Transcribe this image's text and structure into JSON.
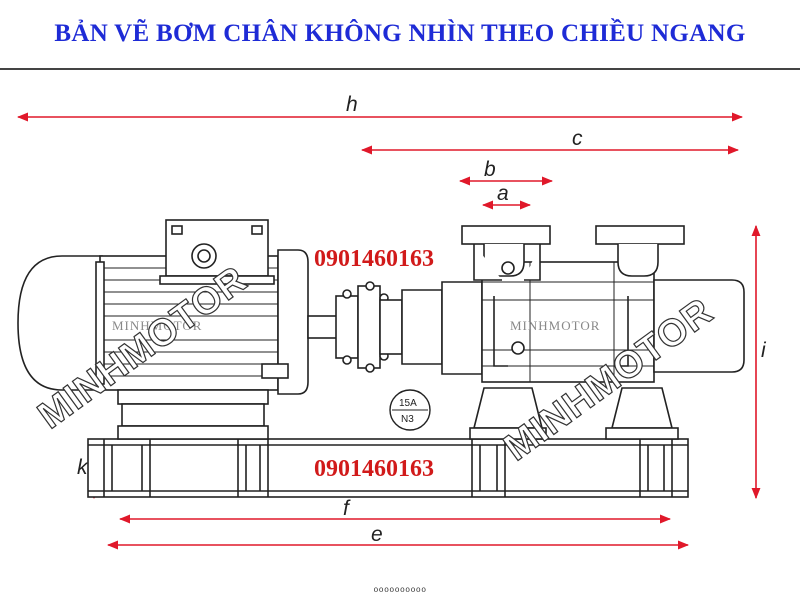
{
  "title": "BẢN VẼ BƠM CHÂN KHÔNG NHÌN THEO CHIỀU NGANG",
  "dimensions": {
    "h": "h",
    "c": "c",
    "b": "b",
    "a": "a",
    "i": "i",
    "k": "k",
    "f": "f",
    "e": "e"
  },
  "phone_numbers": [
    "0901460163",
    "0901460163"
  ],
  "watermarks": {
    "left": "MINHMOTOR",
    "right": "MINHMOTOR",
    "small_left": "MINHMOTOR",
    "small_center": "MINHMOTOR"
  },
  "plate": {
    "line1": "15A",
    "line2": "N3"
  },
  "footer_code": "oooooooooo",
  "colors": {
    "title": "#1e2bd6",
    "dimension_line": "#e0182a",
    "phone": "#d11a1a",
    "drawing": "#222222"
  }
}
